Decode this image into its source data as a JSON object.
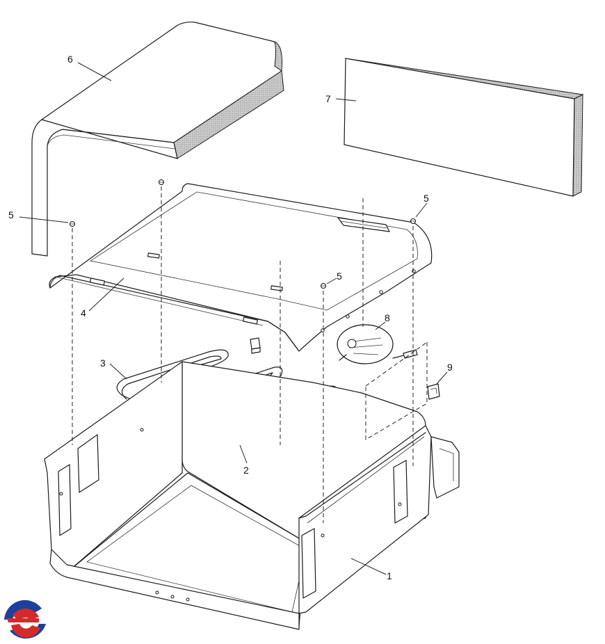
{
  "callouts": [
    {
      "id": "callout-1",
      "label": "1"
    },
    {
      "id": "callout-2",
      "label": "2"
    },
    {
      "id": "callout-3",
      "label": "3"
    },
    {
      "id": "callout-4",
      "label": "4"
    },
    {
      "id": "callout-5a",
      "label": "5"
    },
    {
      "id": "callout-5b",
      "label": "5"
    },
    {
      "id": "callout-5c",
      "label": "5"
    },
    {
      "id": "callout-6",
      "label": "6"
    },
    {
      "id": "callout-7",
      "label": "7"
    },
    {
      "id": "callout-8",
      "label": "8"
    },
    {
      "id": "callout-9",
      "label": "9"
    }
  ],
  "logo": {
    "name": "brand-logo",
    "colors": [
      "#d42a2a",
      "#1f3f9a"
    ]
  }
}
